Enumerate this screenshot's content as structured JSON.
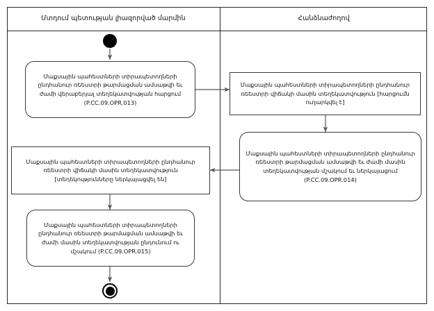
{
  "diagram": {
    "type": "uml-activity-diagram",
    "lanes": [
      {
        "id": "lane-left",
        "title": "Մտդում պետության լիազորված մարմին"
      },
      {
        "id": "lane-right",
        "title": "Հանձնաժողով"
      }
    ],
    "nodes": [
      {
        "id": "start",
        "kind": "initial-node",
        "lane": "lane-left",
        "label": ""
      },
      {
        "id": "activity-013",
        "kind": "activity",
        "shape": "rounded",
        "lane": "lane-left",
        "label": "Մաքսային պահեստների տիրապետողների ընդհանուր ռեեստրի թարմացման ամսաթվի եւ ժամի վերաբերյալ տեղեկատվության հարցում (P.CC.09.OPR.013)",
        "code": "P.CC.09.OPR.013"
      },
      {
        "id": "object-request-sent",
        "kind": "object-node",
        "shape": "square",
        "lane": "lane-right",
        "label": "Մաքսային պահեստների տիրապետողների ընդհանուր ռեեստրի վիճակի մասին տեղեկատվություն [հարցումն ուղարկվել է]",
        "state": "[հարցումն ուղարկվել է]"
      },
      {
        "id": "activity-014",
        "kind": "activity",
        "shape": "rounded",
        "lane": "lane-right",
        "label": "Մաքսային պահեստների տիրապետողների ընդհանուր ռեեստրի թարմացման ամսաթվի եւ ժամի մասին տեղեկատվության մշակում եւ ներկայացում (P.CC.09.OPR.014)",
        "code": "P.CC.09.OPR.014"
      },
      {
        "id": "object-info-provided",
        "kind": "object-node",
        "shape": "square",
        "lane": "lane-left",
        "label": "Մաքսային պահեստների տիրապետողների  ընդհանուր ռեեստրի վիճակի մասին տեղեկատվություն [տեղեկությունները ներկայացվել են]",
        "state": "[տեղեկությունները ներկայացվել են]"
      },
      {
        "id": "activity-015",
        "kind": "activity",
        "shape": "rounded",
        "lane": "lane-left",
        "label": "Մաքսային պահեստների տիրապետողների ընդհանուր ռեեստրի թարմացման ամսաթվի եւ ժամի մասին տեղեկատվության ընդունում ու մշակում (P.CC.09.OPR.015)",
        "code": "P.CC.09.OPR.015"
      },
      {
        "id": "end",
        "kind": "final-node",
        "lane": "lane-left",
        "label": ""
      }
    ],
    "edges": [
      {
        "from": "start",
        "to": "activity-013",
        "direction": "down"
      },
      {
        "from": "activity-013",
        "to": "object-request-sent",
        "direction": "right"
      },
      {
        "from": "object-request-sent",
        "to": "activity-014",
        "direction": "down"
      },
      {
        "from": "activity-014",
        "to": "object-info-provided",
        "direction": "left"
      },
      {
        "from": "object-info-provided",
        "to": "activity-015",
        "direction": "down"
      },
      {
        "from": "activity-015",
        "to": "end",
        "direction": "down"
      }
    ],
    "colors": {
      "frame": "#262626",
      "node_border": "#3a3a3a",
      "edge": "#555555",
      "text": "#111111",
      "background": "#ffffff"
    }
  }
}
